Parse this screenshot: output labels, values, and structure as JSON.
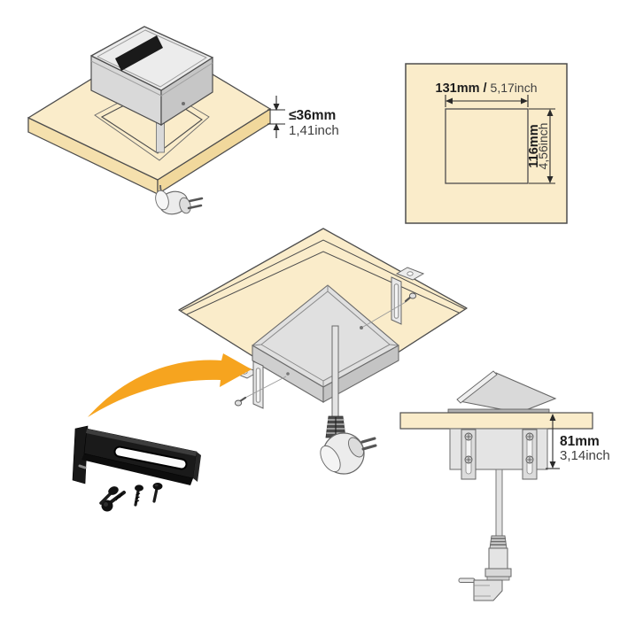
{
  "colors": {
    "background": "#ffffff",
    "wood_beige": "#faecca",
    "wood_edge": "#f5e0ad",
    "wood_edge_dark": "#f1d89c",
    "outline": "#4d4d4d",
    "metal_light": "#ececec",
    "metal_mid": "#d9d9d9",
    "metal_dark": "#c6c6c6",
    "metal_face": "#e4e4e4",
    "slot_black": "#1a1a1a",
    "accent_orange": "#f6a41f",
    "bracket_black": "#181818",
    "text_dark": "#1d1d1d",
    "text_soft": "#3f3f3f"
  },
  "views": {
    "installed_top": {
      "thickness_dimension": {
        "mm": "≤36mm",
        "inch": "1,41inch"
      }
    },
    "cutout_template": {
      "width_dimension": {
        "mm": "131mm /",
        "inch": "5,17inch"
      },
      "height_dimension": {
        "mm": "116mm",
        "inch": "4,56inch"
      }
    },
    "side_depth": {
      "depth_dimension": {
        "mm": "81mm",
        "inch": "3,14inch"
      }
    }
  },
  "icons": {
    "orange_arrow": "curved-arrow-pointing-to-bracket-position"
  }
}
